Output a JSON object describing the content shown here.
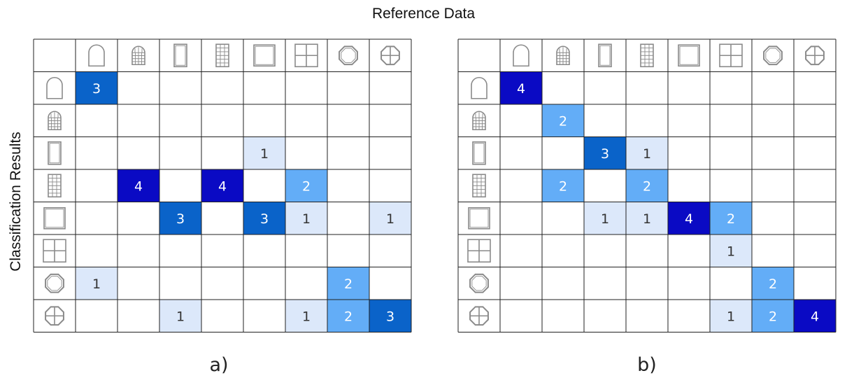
{
  "header": {
    "title": "Reference Data"
  },
  "side": {
    "title": "Classification Results"
  },
  "colors": {
    "grid": "#222222",
    "icon": "#8a8a8a",
    "level_1": "#dce8fa",
    "level_2": "#63adf7",
    "level_3": "#0a63c9",
    "level_4": "#0a0ac4",
    "text_light": "#ffffff",
    "text_dark": "#333333"
  },
  "icons": [
    "arched-window-icon",
    "arched-grid-window-icon",
    "narrow-window-icon",
    "narrow-grid-window-icon",
    "square-window-icon",
    "four-pane-window-icon",
    "octagon-window-icon",
    "octagon-cross-window-icon"
  ],
  "chart_data": [
    {
      "type": "heatmap",
      "label": "a)",
      "xlabel": "Reference Data",
      "ylabel": "Classification Results",
      "matrix": [
        [
          3,
          null,
          null,
          null,
          null,
          null,
          null,
          null
        ],
        [
          null,
          null,
          null,
          null,
          null,
          null,
          null,
          null
        ],
        [
          null,
          null,
          null,
          null,
          1,
          null,
          null,
          null
        ],
        [
          null,
          4,
          null,
          4,
          null,
          2,
          null,
          null
        ],
        [
          null,
          null,
          3,
          null,
          3,
          1,
          null,
          1
        ],
        [
          null,
          null,
          null,
          null,
          null,
          null,
          null,
          null
        ],
        [
          1,
          null,
          null,
          null,
          null,
          null,
          2,
          null
        ],
        [
          null,
          null,
          1,
          null,
          null,
          1,
          2,
          3
        ]
      ]
    },
    {
      "type": "heatmap",
      "label": "b)",
      "xlabel": "Reference Data",
      "ylabel": "Classification Results",
      "matrix": [
        [
          4,
          null,
          null,
          null,
          null,
          null,
          null,
          null
        ],
        [
          null,
          2,
          null,
          null,
          null,
          null,
          null,
          null
        ],
        [
          null,
          null,
          3,
          1,
          null,
          null,
          null,
          null
        ],
        [
          null,
          2,
          null,
          2,
          null,
          null,
          null,
          null
        ],
        [
          null,
          null,
          1,
          1,
          4,
          2,
          null,
          null
        ],
        [
          null,
          null,
          null,
          null,
          null,
          1,
          null,
          null
        ],
        [
          null,
          null,
          null,
          null,
          null,
          null,
          2,
          null
        ],
        [
          null,
          null,
          null,
          null,
          null,
          1,
          2,
          4
        ]
      ]
    }
  ]
}
